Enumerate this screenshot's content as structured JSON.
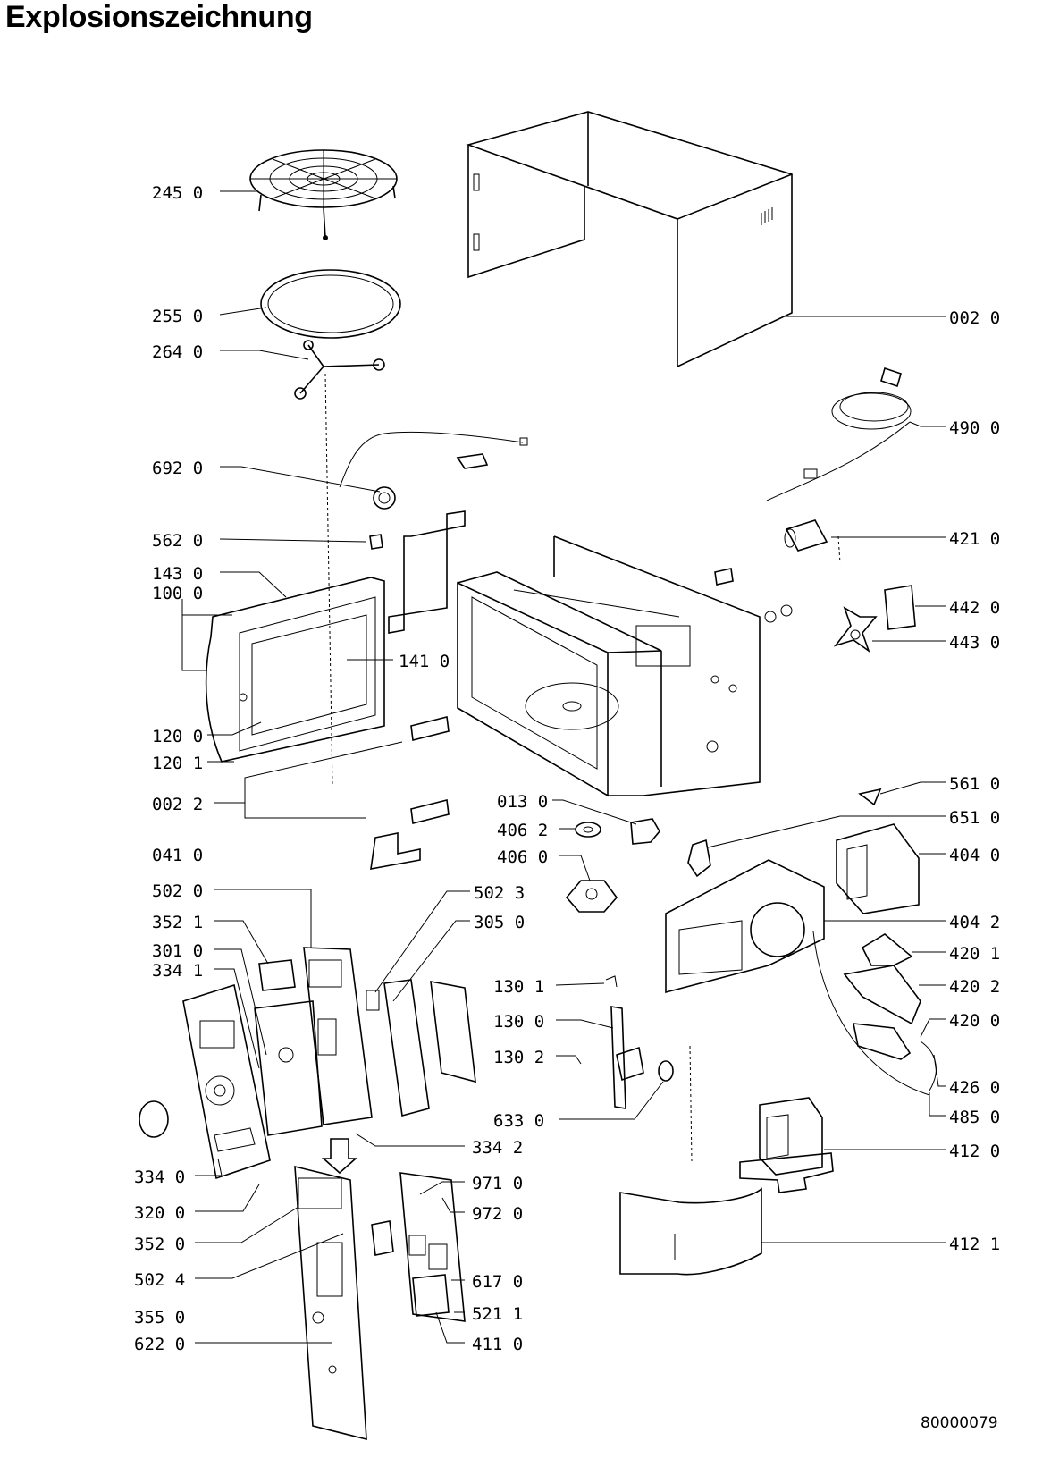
{
  "title": "Explosionszeichnung",
  "drawing_number": "80000079",
  "labels": [
    {
      "id": "l0",
      "text": "245  0"
    },
    {
      "id": "l1",
      "text": "255  0"
    },
    {
      "id": "l2",
      "text": "264  0"
    },
    {
      "id": "l3",
      "text": "692  0"
    },
    {
      "id": "l4",
      "text": "562  0"
    },
    {
      "id": "l5",
      "text": "143  0"
    },
    {
      "id": "l6",
      "text": "100  0"
    },
    {
      "id": "l7",
      "text": "141  0"
    },
    {
      "id": "l8",
      "text": "120  0"
    },
    {
      "id": "l9",
      "text": "120  1"
    },
    {
      "id": "l10",
      "text": "002  2"
    },
    {
      "id": "l11",
      "text": "041  0"
    },
    {
      "id": "l12",
      "text": "502  0"
    },
    {
      "id": "l13",
      "text": "352  1"
    },
    {
      "id": "l14",
      "text": "301  0"
    },
    {
      "id": "l15",
      "text": "334  1"
    },
    {
      "id": "l16",
      "text": "334  0"
    },
    {
      "id": "l17",
      "text": "320  0"
    },
    {
      "id": "l18",
      "text": "352  0"
    },
    {
      "id": "l19",
      "text": "502  4"
    },
    {
      "id": "l20",
      "text": "355  0"
    },
    {
      "id": "l21",
      "text": "622  0"
    },
    {
      "id": "l22",
      "text": "502  3"
    },
    {
      "id": "l23",
      "text": "305  0"
    },
    {
      "id": "l24",
      "text": "013  0"
    },
    {
      "id": "l25",
      "text": "406  2"
    },
    {
      "id": "l26",
      "text": "406  0"
    },
    {
      "id": "l27",
      "text": "130  1"
    },
    {
      "id": "l28",
      "text": "130  0"
    },
    {
      "id": "l29",
      "text": "130  2"
    },
    {
      "id": "l30",
      "text": "633  0"
    },
    {
      "id": "l31",
      "text": "334  2"
    },
    {
      "id": "l32",
      "text": "971  0"
    },
    {
      "id": "l33",
      "text": "972  0"
    },
    {
      "id": "l34",
      "text": "617  0"
    },
    {
      "id": "l35",
      "text": "521  1"
    },
    {
      "id": "l36",
      "text": "411  0"
    },
    {
      "id": "l37",
      "text": "002  0"
    },
    {
      "id": "l38",
      "text": "490  0"
    },
    {
      "id": "l39",
      "text": "421  0"
    },
    {
      "id": "l40",
      "text": "442  0"
    },
    {
      "id": "l41",
      "text": "443  0"
    },
    {
      "id": "l42",
      "text": "561  0"
    },
    {
      "id": "l43",
      "text": "651  0"
    },
    {
      "id": "l44",
      "text": "404  0"
    },
    {
      "id": "l45",
      "text": "404  2"
    },
    {
      "id": "l46",
      "text": "420  1"
    },
    {
      "id": "l47",
      "text": "420  2"
    },
    {
      "id": "l48",
      "text": "420  0"
    },
    {
      "id": "l49",
      "text": "426  0"
    },
    {
      "id": "l50",
      "text": "485  0"
    },
    {
      "id": "l51",
      "text": "412  0"
    },
    {
      "id": "l52",
      "text": "412  1"
    }
  ]
}
